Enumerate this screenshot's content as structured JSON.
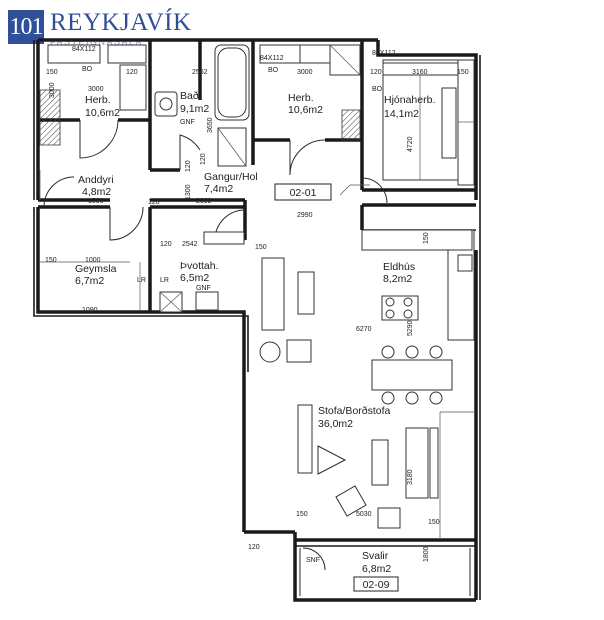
{
  "logo": {
    "mark": "101",
    "name": "REYKJAVÍK",
    "tagline": "FASTEIGNASALA"
  },
  "rooms": {
    "herb1": {
      "name": "Herb.",
      "area": "10,6m2"
    },
    "bad": {
      "name": "Bað.",
      "area": "9,1m2",
      "note": "GNF"
    },
    "herb2": {
      "name": "Herb.",
      "area": "10,6m2"
    },
    "hjonaherb": {
      "name": "Hjónaherb.",
      "area": "14,1m2"
    },
    "anddyri": {
      "name": "Anddyri",
      "area": "4,8m2"
    },
    "gangur": {
      "name": "Gangur/Hol",
      "area": "7,4m2"
    },
    "geymsla": {
      "name": "Geymsla",
      "area": "6,7m2"
    },
    "thvottah": {
      "name": "Þvottah.",
      "area": "6,5m2",
      "note": "GNF"
    },
    "eldhus": {
      "name": "Eldhús",
      "area": "8,2m2"
    },
    "stofa": {
      "name": "Stofa/Borðstofa",
      "area": "36,0m2"
    },
    "svalir": {
      "name": "Svalir",
      "area": "6,8m2",
      "note": "SNF"
    }
  },
  "tags": {
    "apartment": "02-01",
    "balcony": "02-09"
  },
  "dimensions": {
    "d1": "150",
    "d2": "120",
    "d3": "2562",
    "d4": "3000",
    "d5": "120",
    "d6": "3160",
    "d7": "3000",
    "d8": "3650",
    "d9": "3000",
    "d10": "4720",
    "d11": "120",
    "d12": "1300",
    "d13": "2692",
    "d14": "2990",
    "d15": "150",
    "d16": "120",
    "d17": "2542",
    "d18": "150",
    "d19": "1500",
    "d20": "1000",
    "d21": "6270",
    "d22": "5290",
    "d23": "3180",
    "d24": "150",
    "d25": "5030",
    "d26": "150",
    "d27": "1800",
    "d28": "1090",
    "d29": "120",
    "d30": "120",
    "d31": "150",
    "d32": "120",
    "d33": "150"
  },
  "labels": {
    "bo1": "BO",
    "bo2": "BO",
    "bo3": "BO",
    "wardrobe1": "84X112",
    "wardrobe2": "84X112",
    "wardrobe3": "84X112",
    "lr1": "LR",
    "lr2": "LR"
  }
}
